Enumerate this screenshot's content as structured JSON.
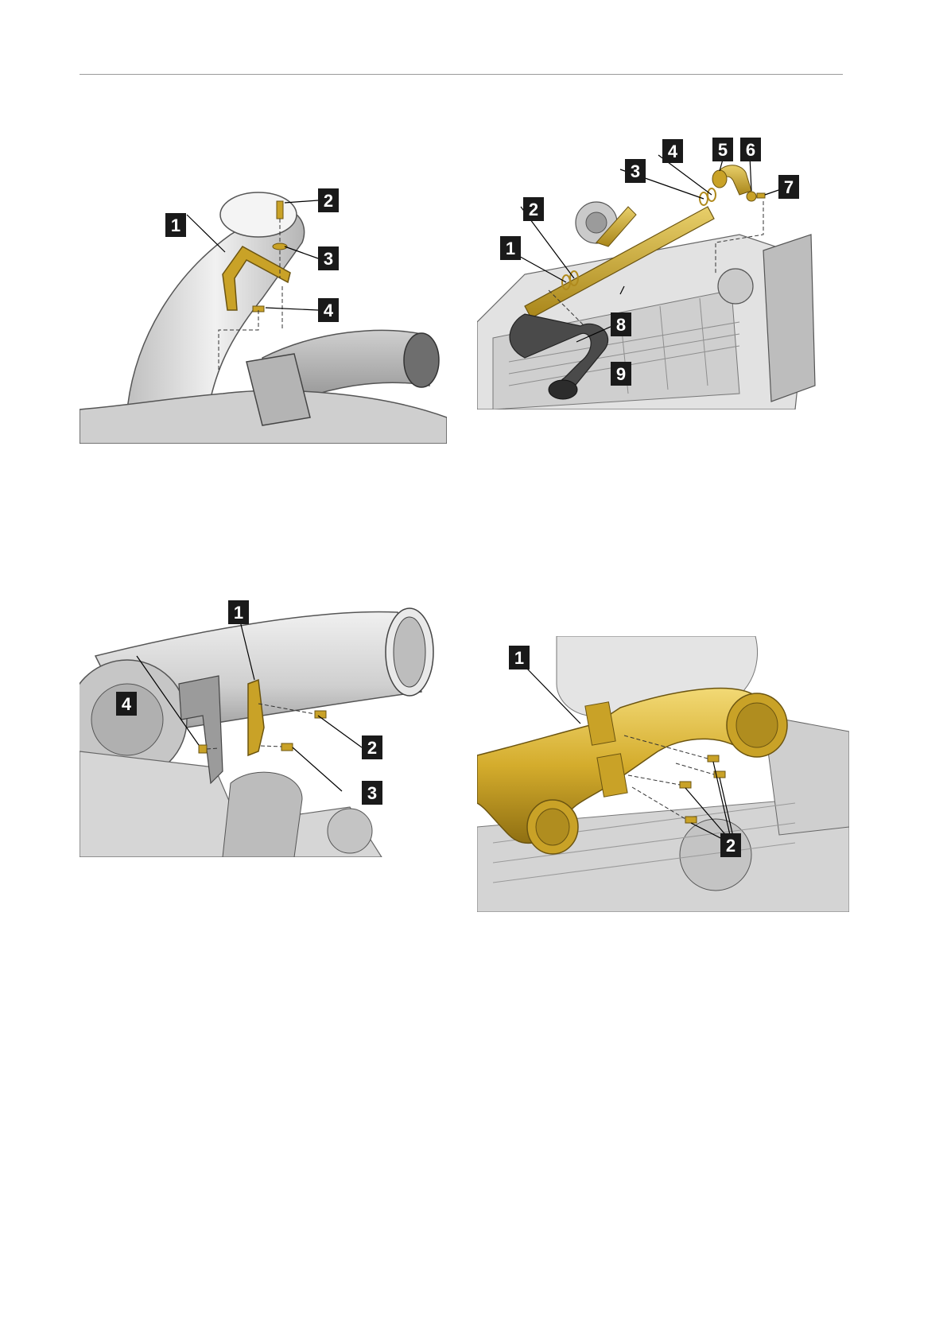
{
  "colors": {
    "part_highlight": "#c9a227",
    "part_light": "#e8cf6a",
    "engine_grey": "#dcdcdc",
    "engine_dark": "#9b9b9b",
    "callout_bg": "#1a1a1a",
    "callout_text": "#ffffff"
  },
  "figures": [
    {
      "id": "fig-bracket-pipe",
      "callouts": [
        "1",
        "2",
        "3",
        "4"
      ]
    },
    {
      "id": "fig-coolant-pipe",
      "callouts": [
        "1",
        "2",
        "3",
        "4",
        "5",
        "6",
        "7",
        "8",
        "9"
      ]
    },
    {
      "id": "fig-air-duct-bracket",
      "callouts": [
        "1",
        "2",
        "3",
        "4"
      ]
    },
    {
      "id": "fig-y-pipe",
      "callouts": [
        "1",
        "2"
      ]
    }
  ]
}
